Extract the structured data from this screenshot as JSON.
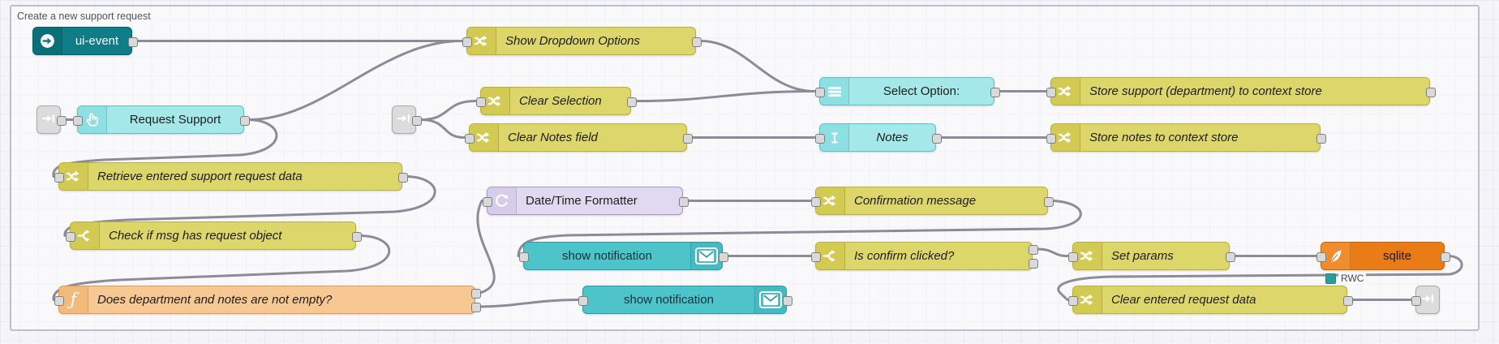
{
  "group": {
    "label": "Create a new support request"
  },
  "status": {
    "sqlite_badge": "RWC"
  },
  "palette": {
    "change_node": "#ddd66a",
    "widget_node": "#a4e8e9",
    "notification_node": "#4dc3ca",
    "ui_event_node": "#0e7d87",
    "function_node": "#f8c893",
    "sqlite_node": "#ea7c17",
    "moment_node": "#e0daf1",
    "wire": "#8c8c98",
    "status_dot": "#2e9c9c"
  },
  "nodes": [
    {
      "id": "ui_event",
      "label": "ui-event",
      "kind": "ui-event",
      "icon": "circle-arrow-icon",
      "italic": false,
      "center": true
    },
    {
      "id": "show_dropdown",
      "label": "Show Dropdown Options",
      "kind": "change",
      "icon": "shuffle-icon",
      "italic": true
    },
    {
      "id": "link_in_a",
      "label": "",
      "kind": "link",
      "icon": "link-icon"
    },
    {
      "id": "request_support",
      "label": "Request Support",
      "kind": "widget",
      "icon": "hand-pointer-icon",
      "italic": false,
      "center": true
    },
    {
      "id": "link_in_b",
      "label": "",
      "kind": "link",
      "icon": "link-icon"
    },
    {
      "id": "clear_selection",
      "label": "Clear Selection",
      "kind": "change",
      "icon": "shuffle-icon",
      "italic": true
    },
    {
      "id": "clear_notes",
      "label": "Clear Notes field",
      "kind": "change",
      "icon": "shuffle-icon",
      "italic": true
    },
    {
      "id": "select_option",
      "label": "Select Option:",
      "kind": "widget",
      "icon": "hamburger-icon",
      "italic": false,
      "center": true
    },
    {
      "id": "notes",
      "label": "Notes",
      "kind": "widget",
      "icon": "ibeam-icon",
      "italic": true,
      "center": true
    },
    {
      "id": "store_support",
      "label": "Store support (department) to context store",
      "kind": "change",
      "icon": "shuffle-icon",
      "italic": true
    },
    {
      "id": "store_notes",
      "label": "Store notes to context store",
      "kind": "change",
      "icon": "shuffle-icon",
      "italic": true
    },
    {
      "id": "retrieve",
      "label": "Retrieve entered support request data",
      "kind": "change",
      "icon": "shuffle-icon",
      "italic": true
    },
    {
      "id": "datetime",
      "label": "Date/Time Formatter",
      "kind": "moment",
      "icon": "clock-refresh-icon",
      "italic": false
    },
    {
      "id": "confirmation",
      "label": "Confirmation message",
      "kind": "change",
      "icon": "shuffle-icon",
      "italic": true
    },
    {
      "id": "check_msg",
      "label": "Check if msg has request object",
      "kind": "switch",
      "icon": "fork-icon",
      "italic": true
    },
    {
      "id": "show_notif_1",
      "label": "show notification",
      "kind": "notification",
      "icon": "envelope-icon",
      "italic": false,
      "center": true
    },
    {
      "id": "is_confirm",
      "label": "Is confirm clicked?",
      "kind": "switch",
      "icon": "fork-icon",
      "italic": true,
      "outputs": 2
    },
    {
      "id": "set_params",
      "label": "Set params",
      "kind": "change",
      "icon": "shuffle-icon",
      "italic": true
    },
    {
      "id": "sqlite",
      "label": "sqlite",
      "kind": "sqlite",
      "icon": "feather-icon",
      "italic": false,
      "center": true,
      "status": "RWC"
    },
    {
      "id": "does_dept",
      "label": "Does department and notes are not empty?",
      "kind": "function",
      "icon": "function-icon",
      "italic": true,
      "outputs": 2
    },
    {
      "id": "show_notif_2",
      "label": "show notification",
      "kind": "notification",
      "icon": "envelope-icon",
      "italic": false,
      "center": true
    },
    {
      "id": "clear_entered",
      "label": "Clear entered request data",
      "kind": "change",
      "icon": "shuffle-icon",
      "italic": true
    },
    {
      "id": "link_out",
      "label": "",
      "kind": "link",
      "icon": "link-icon"
    }
  ]
}
